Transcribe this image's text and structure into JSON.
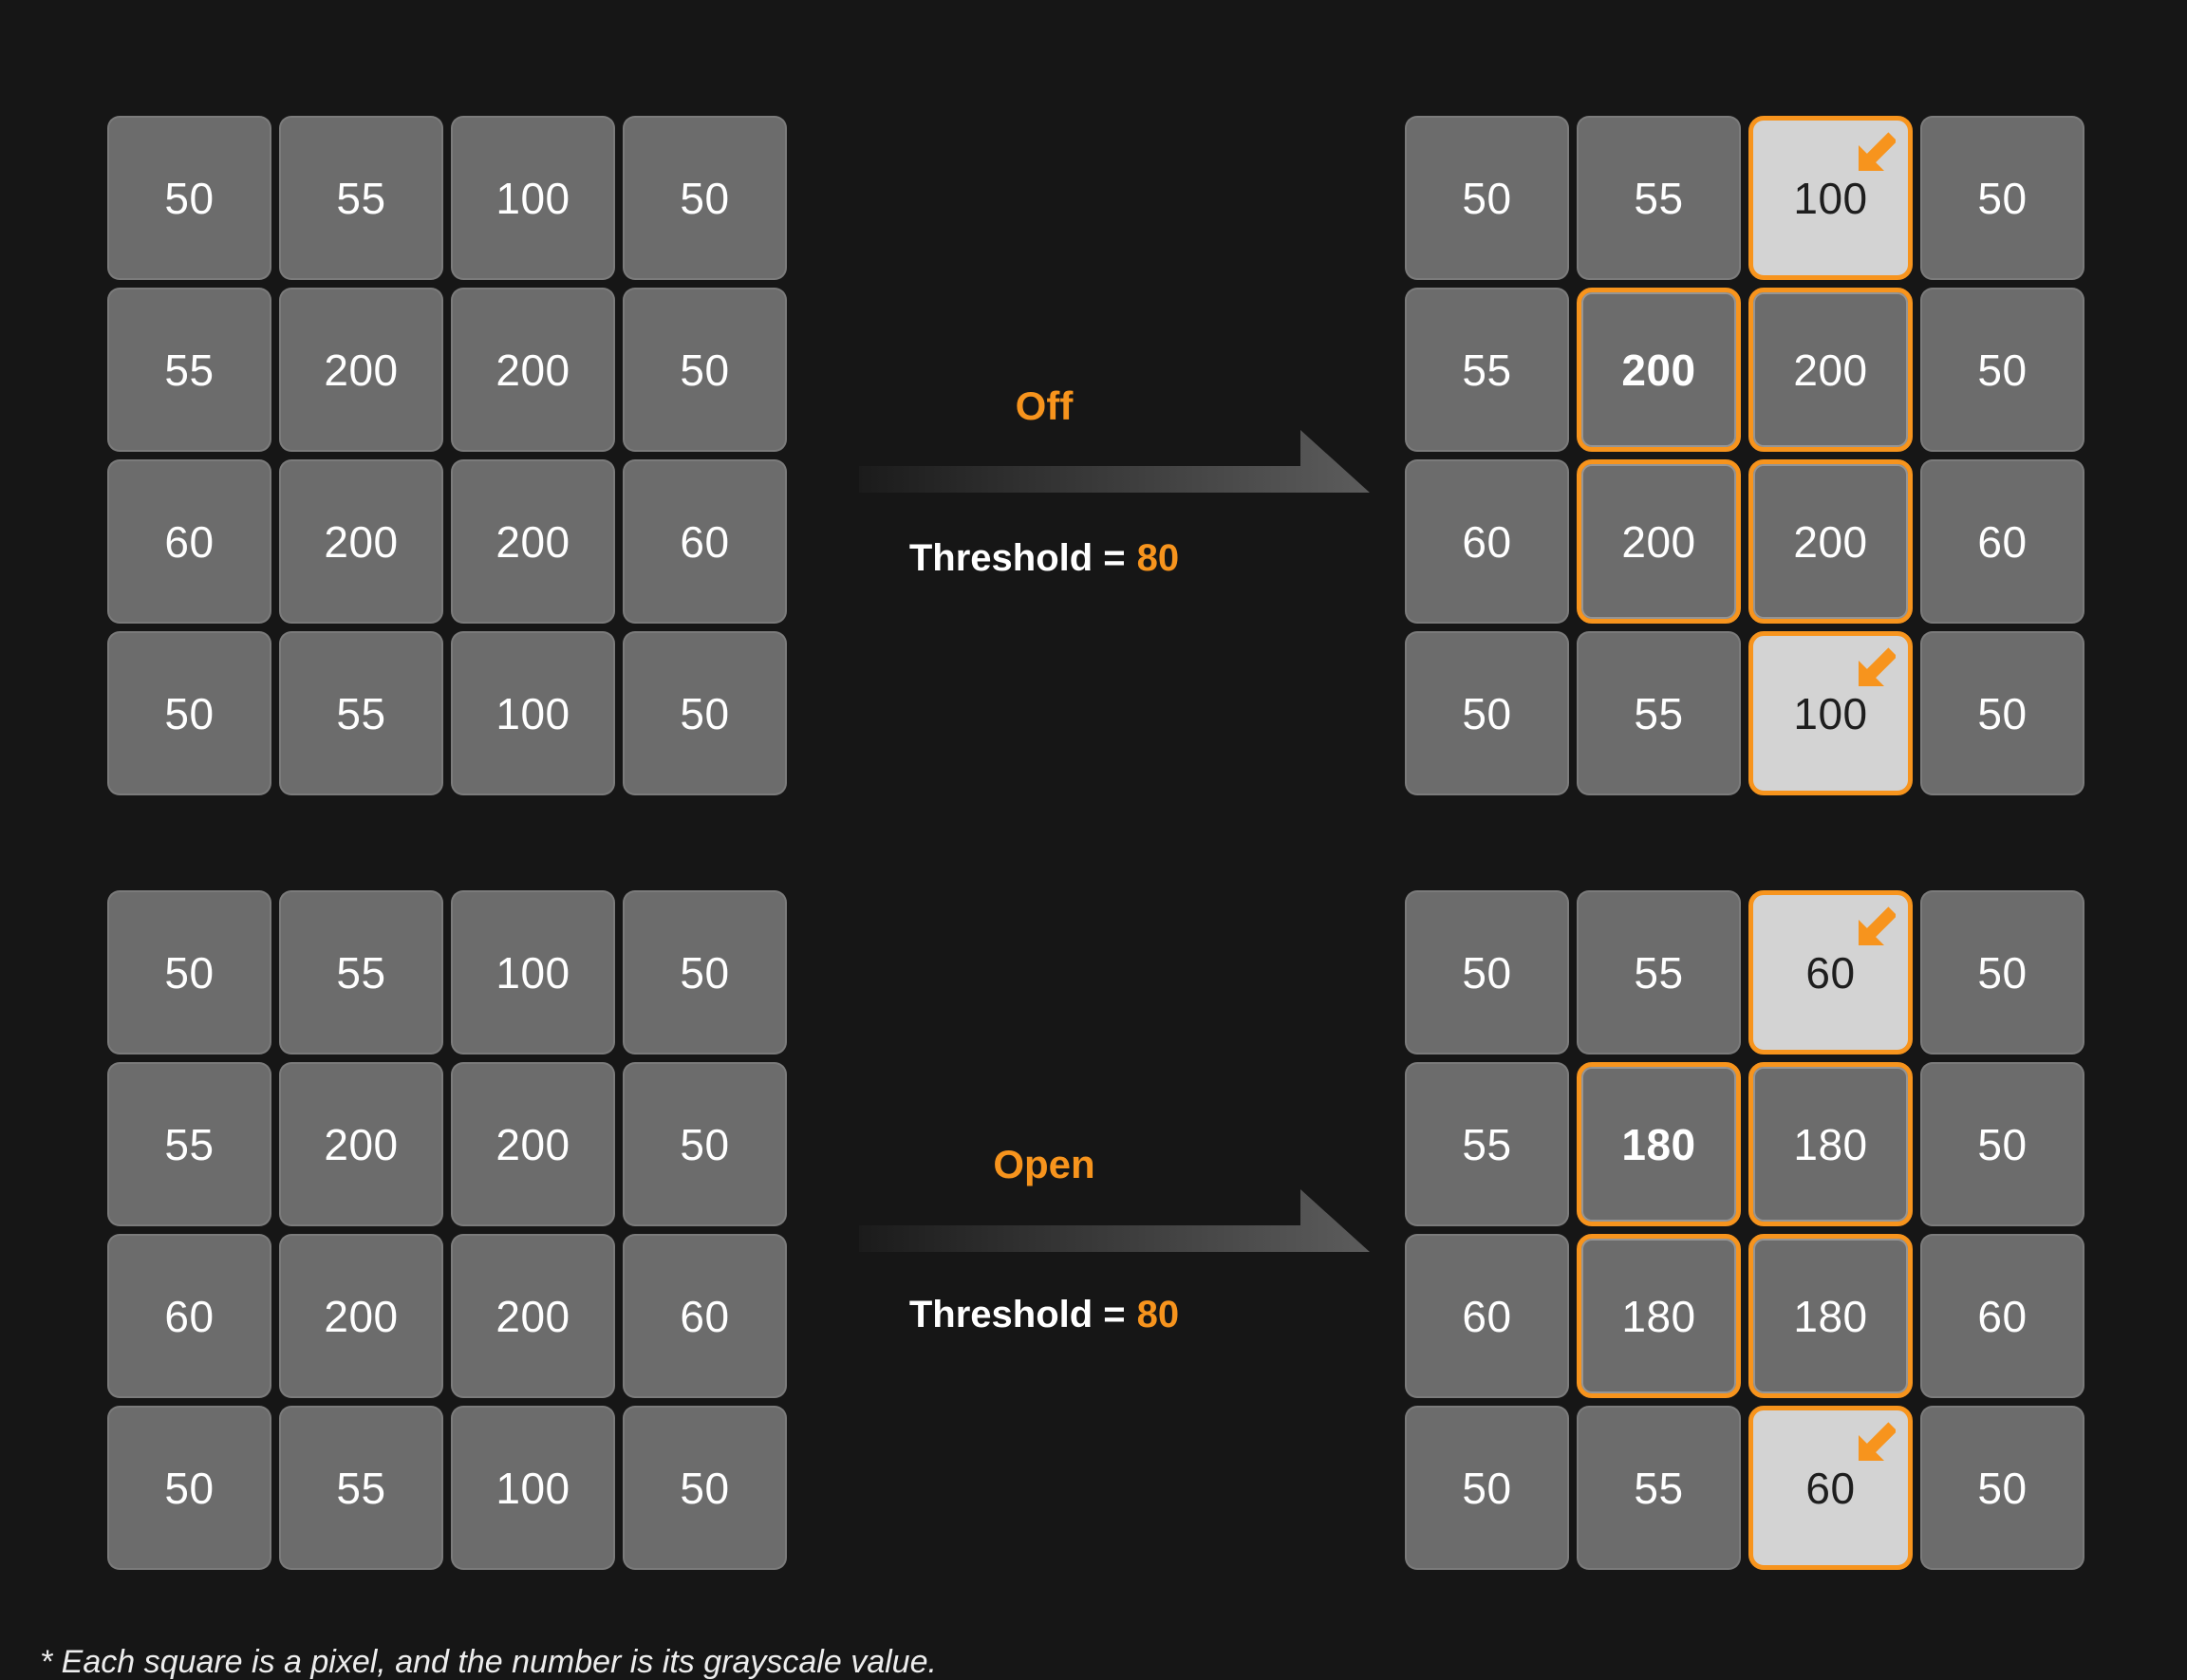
{
  "palette": {
    "background": "#161616",
    "cell_gray": "#6C6C6C",
    "cell_text": "#FFFFFF",
    "picked_bg": "#D3D3D3",
    "picked_text": "#1E1E1E",
    "accent_orange": "#F7941D",
    "flow_arrow_gray": "#575757"
  },
  "footnote": "* Each square is a pixel, and the number is its grayscale value.",
  "sections": [
    {
      "mode_label": "Off",
      "threshold_label": "Threshold =",
      "threshold_value": "80",
      "input_grid": {
        "rows": [
          [
            50,
            55,
            100,
            50
          ],
          [
            55,
            200,
            200,
            50
          ],
          [
            60,
            200,
            200,
            60
          ],
          [
            50,
            55,
            100,
            50
          ]
        ]
      },
      "output_grid": {
        "rows": [
          [
            {
              "v": 50
            },
            {
              "v": 55
            },
            {
              "v": 100,
              "picked": true
            },
            {
              "v": 50
            }
          ],
          [
            {
              "v": 55
            },
            {
              "v": 200,
              "outlined": true,
              "bold": true
            },
            {
              "v": 200,
              "outlined": true
            },
            {
              "v": 50
            }
          ],
          [
            {
              "v": 60
            },
            {
              "v": 200,
              "outlined": true
            },
            {
              "v": 200,
              "outlined": true
            },
            {
              "v": 60
            }
          ],
          [
            {
              "v": 50
            },
            {
              "v": 55
            },
            {
              "v": 100,
              "picked": true
            },
            {
              "v": 50
            }
          ]
        ]
      }
    },
    {
      "mode_label": "Open",
      "threshold_label": "Threshold =",
      "threshold_value": "80",
      "input_grid": {
        "rows": [
          [
            50,
            55,
            100,
            50
          ],
          [
            55,
            200,
            200,
            50
          ],
          [
            60,
            200,
            200,
            60
          ],
          [
            50,
            55,
            100,
            50
          ]
        ]
      },
      "output_grid": {
        "rows": [
          [
            {
              "v": 50
            },
            {
              "v": 55
            },
            {
              "v": 60,
              "picked": true
            },
            {
              "v": 50
            }
          ],
          [
            {
              "v": 55
            },
            {
              "v": 180,
              "outlined": true,
              "bold": true
            },
            {
              "v": 180,
              "outlined": true
            },
            {
              "v": 50
            }
          ],
          [
            {
              "v": 60
            },
            {
              "v": 180,
              "outlined": true
            },
            {
              "v": 180,
              "outlined": true
            },
            {
              "v": 60
            }
          ],
          [
            {
              "v": 50
            },
            {
              "v": 55
            },
            {
              "v": 60,
              "picked": true
            },
            {
              "v": 50
            }
          ]
        ]
      }
    }
  ]
}
